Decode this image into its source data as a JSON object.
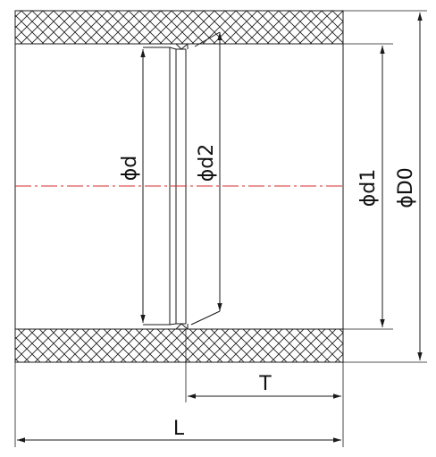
{
  "labels": {
    "d": "ϕd",
    "d2": "ϕd2",
    "d1": "ϕd1",
    "D0": "ϕD0",
    "T": "T",
    "L": "L"
  },
  "colors": {
    "line": "#1a1a1a",
    "centerline": "#d42a2a",
    "hatch": "#1a1a1a"
  }
}
